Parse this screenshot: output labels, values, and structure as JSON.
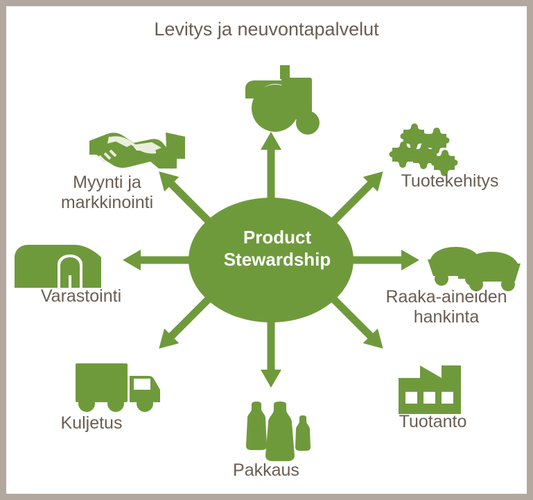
{
  "diagram": {
    "title": "Levitys ja neuvontapalvelut",
    "center": {
      "line1": "Product",
      "line2": "Stewardship",
      "text": "Product\nStewardship",
      "fill": "#6f9a3c",
      "text_color": "#ffffff"
    },
    "colors": {
      "green": "#6f9a3c",
      "arrow": "#6f9a3c",
      "label_text": "#6b5d52",
      "frame_border": "#b3a89f",
      "background": "#ffffff"
    },
    "nodes": [
      {
        "id": "levitys",
        "label": "Levitys ja neuvontapalvelut",
        "icon": "tractor-icon",
        "direction": "up",
        "angle_deg": 90
      },
      {
        "id": "tuotekehitys",
        "label": "Tuotekehitys",
        "icon": "puzzle-pieces-icon",
        "direction": "up-right",
        "angle_deg": 45
      },
      {
        "id": "raaka-aineiden-hankinta",
        "label": "Raaka-aineiden\nhankinta",
        "line1": "Raaka-aineiden",
        "line2": "hankinta",
        "icon": "loaded-wagons-icon",
        "direction": "right",
        "angle_deg": 0
      },
      {
        "id": "tuotanto",
        "label": "Tuotanto",
        "icon": "factory-icon",
        "direction": "down-right",
        "angle_deg": -45
      },
      {
        "id": "pakkaus",
        "label": "Pakkaus",
        "icon": "sacks-icon",
        "direction": "down",
        "angle_deg": -90
      },
      {
        "id": "kuljetus",
        "label": "Kuljetus",
        "icon": "delivery-truck-icon",
        "direction": "down-left",
        "angle_deg": 225
      },
      {
        "id": "varastointi",
        "label": "Varastointi",
        "icon": "warehouse-barn-icon",
        "direction": "left",
        "angle_deg": 180
      },
      {
        "id": "myynti-ja-markkinointi",
        "label": "Myynti ja\nmarkkinointi",
        "line1": "Myynti ja",
        "line2": "markkinointi",
        "icon": "handshake-icon",
        "direction": "up-left",
        "angle_deg": 135
      }
    ]
  }
}
